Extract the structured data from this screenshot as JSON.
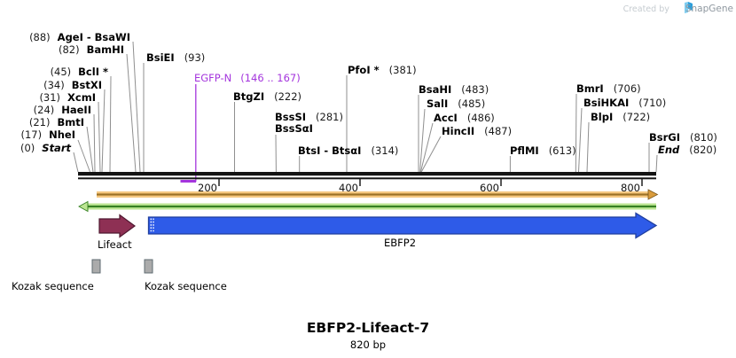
{
  "watermark": {
    "created_by": "Created by",
    "brand": "SnapGene"
  },
  "map": {
    "sites_left": [
      {
        "pos": "(88)",
        "name": "AgeI - BsaWI"
      },
      {
        "pos": "(82)",
        "name": "BamHI"
      },
      {
        "pos": "(45)",
        "name": "BclI *"
      },
      {
        "pos": "(34)",
        "name": "BstXI"
      },
      {
        "pos": "(31)",
        "name": "XcmI"
      },
      {
        "pos": "(24)",
        "name": "HaeII"
      },
      {
        "pos": "(21)",
        "name": "BmtI"
      },
      {
        "pos": "(17)",
        "name": "NheI"
      },
      {
        "pos": "(0)",
        "name": "Start"
      }
    ],
    "sites_right": [
      {
        "name": "BsiEI",
        "pos": "(93)"
      },
      {
        "name": "BtgZI",
        "pos": "(222)"
      },
      {
        "name": "BssSI",
        "pos": "(281)",
        "alias": "BssSαI"
      },
      {
        "name": "BtsI - BtsαI",
        "pos": "(314)"
      },
      {
        "name": "PfoI *",
        "pos": "(381)"
      },
      {
        "name": "BsaHI",
        "pos": "(483)"
      },
      {
        "name": "SalI",
        "pos": "(485)"
      },
      {
        "name": "AccI",
        "pos": "(486)"
      },
      {
        "name": "HincII",
        "pos": "(487)"
      },
      {
        "name": "PflMI",
        "pos": "(613)"
      },
      {
        "name": "BmrI",
        "pos": "(706)"
      },
      {
        "name": "BsiHKAI",
        "pos": "(710)"
      },
      {
        "name": "BlpI",
        "pos": "(722)"
      },
      {
        "name": "BsrGI",
        "pos": "(810)"
      },
      {
        "name": "End",
        "pos": "(820)"
      }
    ],
    "primer": {
      "name": "EGFP-N",
      "range": "(146 .. 167)"
    },
    "ruler": {
      "ticks": [
        "200",
        "400",
        "600",
        "800"
      ]
    },
    "features": [
      {
        "label": "Lifeact"
      },
      {
        "label": "EBFP2"
      }
    ],
    "annotations": [
      {
        "label": "Kozak sequence"
      },
      {
        "label": "Kozak sequence"
      }
    ]
  },
  "footer": {
    "title": "EBFP2-Lifeact-7",
    "subtitle": "820 bp"
  },
  "colors": {
    "primer_purple": "#A435DD",
    "feature_blue": "#2E5BE8",
    "lifeact_maroon": "#8E3054",
    "orf_orange_light": "#F6C981",
    "orf_orange_dark": "#9C7125",
    "orf_green_light": "#BCE592",
    "orf_green_dark": "#368022",
    "kozak_gray": "#ABABAB"
  }
}
